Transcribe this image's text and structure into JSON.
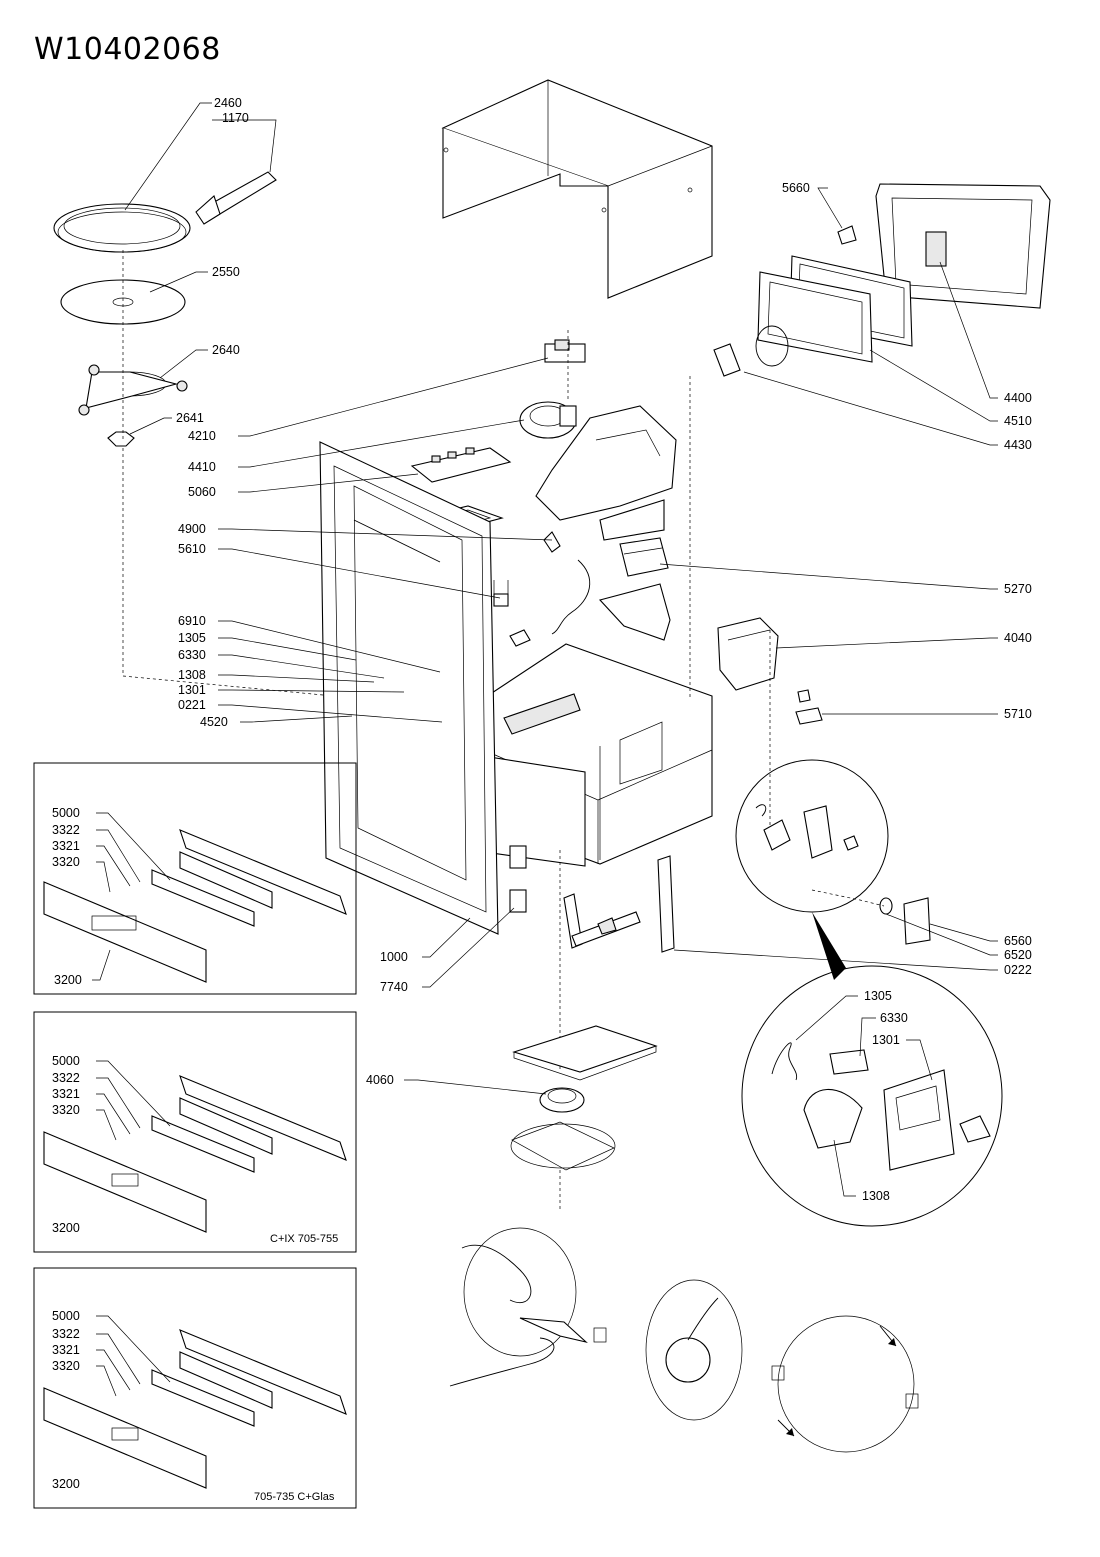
{
  "document": {
    "title": "W10402068"
  },
  "labels": {
    "l2460": "2460",
    "l1170": "1170",
    "l2550": "2550",
    "l2640": "2640",
    "l2641": "2641",
    "l4210": "4210",
    "l4410": "4410",
    "l5060": "5060",
    "l4900": "4900",
    "l5610": "5610",
    "l6910": "6910",
    "l1305": "1305",
    "l6330": "6330",
    "l1308": "1308",
    "l1301": "1301",
    "l0221": "0221",
    "l4520": "4520",
    "l5660": "5660",
    "l4400": "4400",
    "l4510": "4510",
    "l4430": "4430",
    "l5270": "5270",
    "l4040": "4040",
    "l5710": "5710",
    "l6560": "6560",
    "l6520": "6520",
    "l0222": "0222",
    "l1000": "1000",
    "l7740": "7740",
    "l4060": "4060",
    "d1305": "1305",
    "d6330": "6330",
    "d1301": "1301",
    "d1308": "1308"
  },
  "insets": [
    {
      "l5000": "5000",
      "l3322": "3322",
      "l3321": "3321",
      "l3320": "3320",
      "l3200": "3200",
      "caption": ""
    },
    {
      "l5000": "5000",
      "l3322": "3322",
      "l3321": "3321",
      "l3320": "3320",
      "l3200": "3200",
      "caption": "C+IX 705-755"
    },
    {
      "l5000": "5000",
      "l3322": "3322",
      "l3321": "3321",
      "l3320": "3320",
      "l3200": "3200",
      "caption": "705-735 C+Glas"
    }
  ]
}
